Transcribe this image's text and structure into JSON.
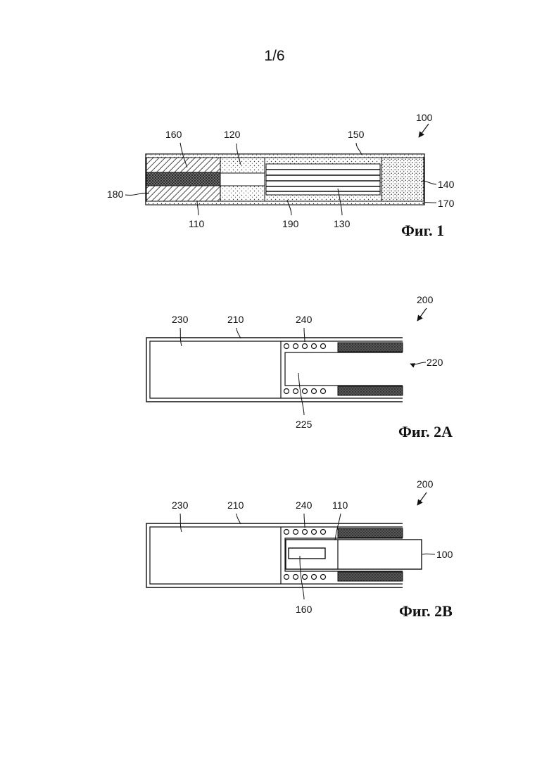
{
  "page": {
    "number": "1/6"
  },
  "fig1": {
    "caption": "Фиг. 1",
    "labels": {
      "l100": "100",
      "l160": "160",
      "l120": "120",
      "l150": "150",
      "l140": "140",
      "l170": "170",
      "l180": "180",
      "l110": "110",
      "l190": "190",
      "l130": "130"
    }
  },
  "fig2a": {
    "caption": "Фиг. 2А",
    "labels": {
      "l200": "200",
      "l230": "230",
      "l210": "210",
      "l240": "240",
      "l220": "220",
      "l225": "225"
    }
  },
  "fig2b": {
    "caption": "Фиг. 2В",
    "labels": {
      "l200": "200",
      "l230": "230",
      "l210": "210",
      "l240": "240",
      "l110": "110",
      "l100": "100",
      "l160": "160"
    }
  }
}
